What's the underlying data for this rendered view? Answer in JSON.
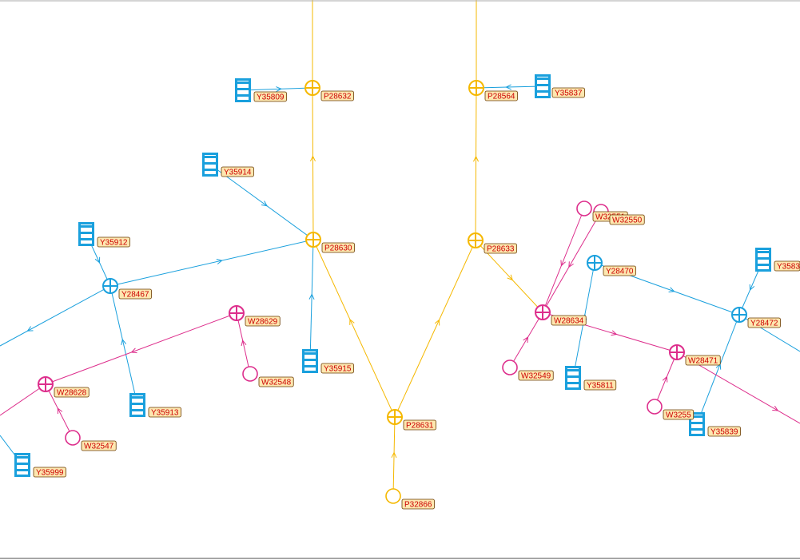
{
  "colors": {
    "yellow": "#f5b800",
    "blue": "#1aa0dd",
    "magenta": "#dd2e8c",
    "label_text": "#cc0000",
    "label_fill": "#fde7b0",
    "frame": "#888888"
  },
  "nodes": [
    {
      "id": "P28632",
      "label": "P28632",
      "kind": "junction",
      "color": "yellow"
    },
    {
      "id": "P28564",
      "label": "P28564",
      "kind": "junction",
      "color": "yellow"
    },
    {
      "id": "P28630",
      "label": "P28630",
      "kind": "junction",
      "color": "yellow"
    },
    {
      "id": "P28633",
      "label": "P28633",
      "kind": "junction",
      "color": "yellow"
    },
    {
      "id": "P28631",
      "label": "P28631",
      "kind": "junction",
      "color": "yellow"
    },
    {
      "id": "P32866",
      "label": "P32866",
      "kind": "terminal",
      "color": "yellow"
    },
    {
      "id": "Y35809",
      "label": "Y35809",
      "kind": "device",
      "color": "blue"
    },
    {
      "id": "Y35837",
      "label": "Y35837",
      "kind": "device",
      "color": "blue"
    },
    {
      "id": "Y35914",
      "label": "Y35914",
      "kind": "device",
      "color": "blue"
    },
    {
      "id": "Y35912",
      "label": "Y35912",
      "kind": "device",
      "color": "blue"
    },
    {
      "id": "Y28467",
      "label": "Y28467",
      "kind": "junction",
      "color": "blue"
    },
    {
      "id": "Y35915",
      "label": "Y35915",
      "kind": "device",
      "color": "blue"
    },
    {
      "id": "Y35913",
      "label": "Y35913",
      "kind": "device",
      "color": "blue"
    },
    {
      "id": "Y35999",
      "label": "Y35999",
      "kind": "device",
      "color": "blue"
    },
    {
      "id": "Y28470",
      "label": "Y28470",
      "kind": "junction",
      "color": "blue"
    },
    {
      "id": "Y28472",
      "label": "Y28472",
      "kind": "junction",
      "color": "blue"
    },
    {
      "id": "Y3583",
      "label": "Y3583",
      "kind": "device",
      "color": "blue"
    },
    {
      "id": "Y35811",
      "label": "Y35811",
      "kind": "device",
      "color": "blue"
    },
    {
      "id": "Y35839",
      "label": "Y35839",
      "kind": "device",
      "color": "blue"
    },
    {
      "id": "W28629",
      "label": "W28629",
      "kind": "junction",
      "color": "magenta"
    },
    {
      "id": "W32548",
      "label": "W32548",
      "kind": "terminal",
      "color": "magenta"
    },
    {
      "id": "W28628",
      "label": "W28628",
      "kind": "junction",
      "color": "magenta"
    },
    {
      "id": "W32547",
      "label": "W32547",
      "kind": "terminal",
      "color": "magenta"
    },
    {
      "id": "W32551",
      "label": "W32551",
      "kind": "terminal",
      "color": "magenta"
    },
    {
      "id": "W32550",
      "label": "W32550",
      "kind": "terminal",
      "color": "magenta"
    },
    {
      "id": "W28634",
      "label": "W28634",
      "kind": "junction",
      "color": "magenta"
    },
    {
      "id": "W32549",
      "label": "W32549",
      "kind": "terminal",
      "color": "magenta"
    },
    {
      "id": "W28471",
      "label": "W28471",
      "kind": "junction",
      "color": "magenta"
    },
    {
      "id": "W32552",
      "label": "W3255",
      "kind": "terminal",
      "color": "magenta"
    }
  ],
  "edges": [
    {
      "from": "P28630",
      "to": "P28632",
      "color": "yellow"
    },
    {
      "from": "P28633",
      "to": "P28564",
      "color": "yellow"
    },
    {
      "from": "P28631",
      "to": "P28630",
      "color": "yellow"
    },
    {
      "from": "P28631",
      "to": "P28633",
      "color": "yellow"
    },
    {
      "from": "P32866",
      "to": "P28631",
      "color": "yellow"
    },
    {
      "from": "P28633",
      "to": "W28634",
      "color": "yellow"
    },
    {
      "from": "Y35809",
      "to": "P28632",
      "color": "blue"
    },
    {
      "from": "Y35837",
      "to": "P28564",
      "color": "blue"
    },
    {
      "from": "Y35914",
      "to": "P28630",
      "color": "blue"
    },
    {
      "from": "Y28467",
      "to": "P28630",
      "color": "blue"
    },
    {
      "from": "Y35915",
      "to": "P28630",
      "color": "blue"
    },
    {
      "from": "Y35912",
      "to": "Y28467",
      "color": "blue"
    },
    {
      "from": "Y35913",
      "to": "Y28467",
      "color": "blue"
    },
    {
      "from": "Y28470",
      "to": "Y28472",
      "color": "blue"
    },
    {
      "from": "Y3583",
      "to": "Y28472",
      "color": "blue"
    },
    {
      "from": "Y35811",
      "to": "Y28470",
      "color": "blue"
    },
    {
      "from": "Y35839",
      "to": "Y28472",
      "color": "blue"
    },
    {
      "from": "W28629",
      "to": "W28628",
      "color": "magenta"
    },
    {
      "from": "W32548",
      "to": "W28629",
      "color": "magenta"
    },
    {
      "from": "W32547",
      "to": "W28628",
      "color": "magenta"
    },
    {
      "from": "W32551",
      "to": "W28634",
      "color": "magenta"
    },
    {
      "from": "W32550",
      "to": "W28634",
      "color": "magenta"
    },
    {
      "from": "W32549",
      "to": "W28634",
      "color": "magenta"
    },
    {
      "from": "W28634",
      "to": "W28471",
      "color": "magenta"
    },
    {
      "from": "W32552",
      "to": "W28471",
      "color": "magenta"
    }
  ]
}
